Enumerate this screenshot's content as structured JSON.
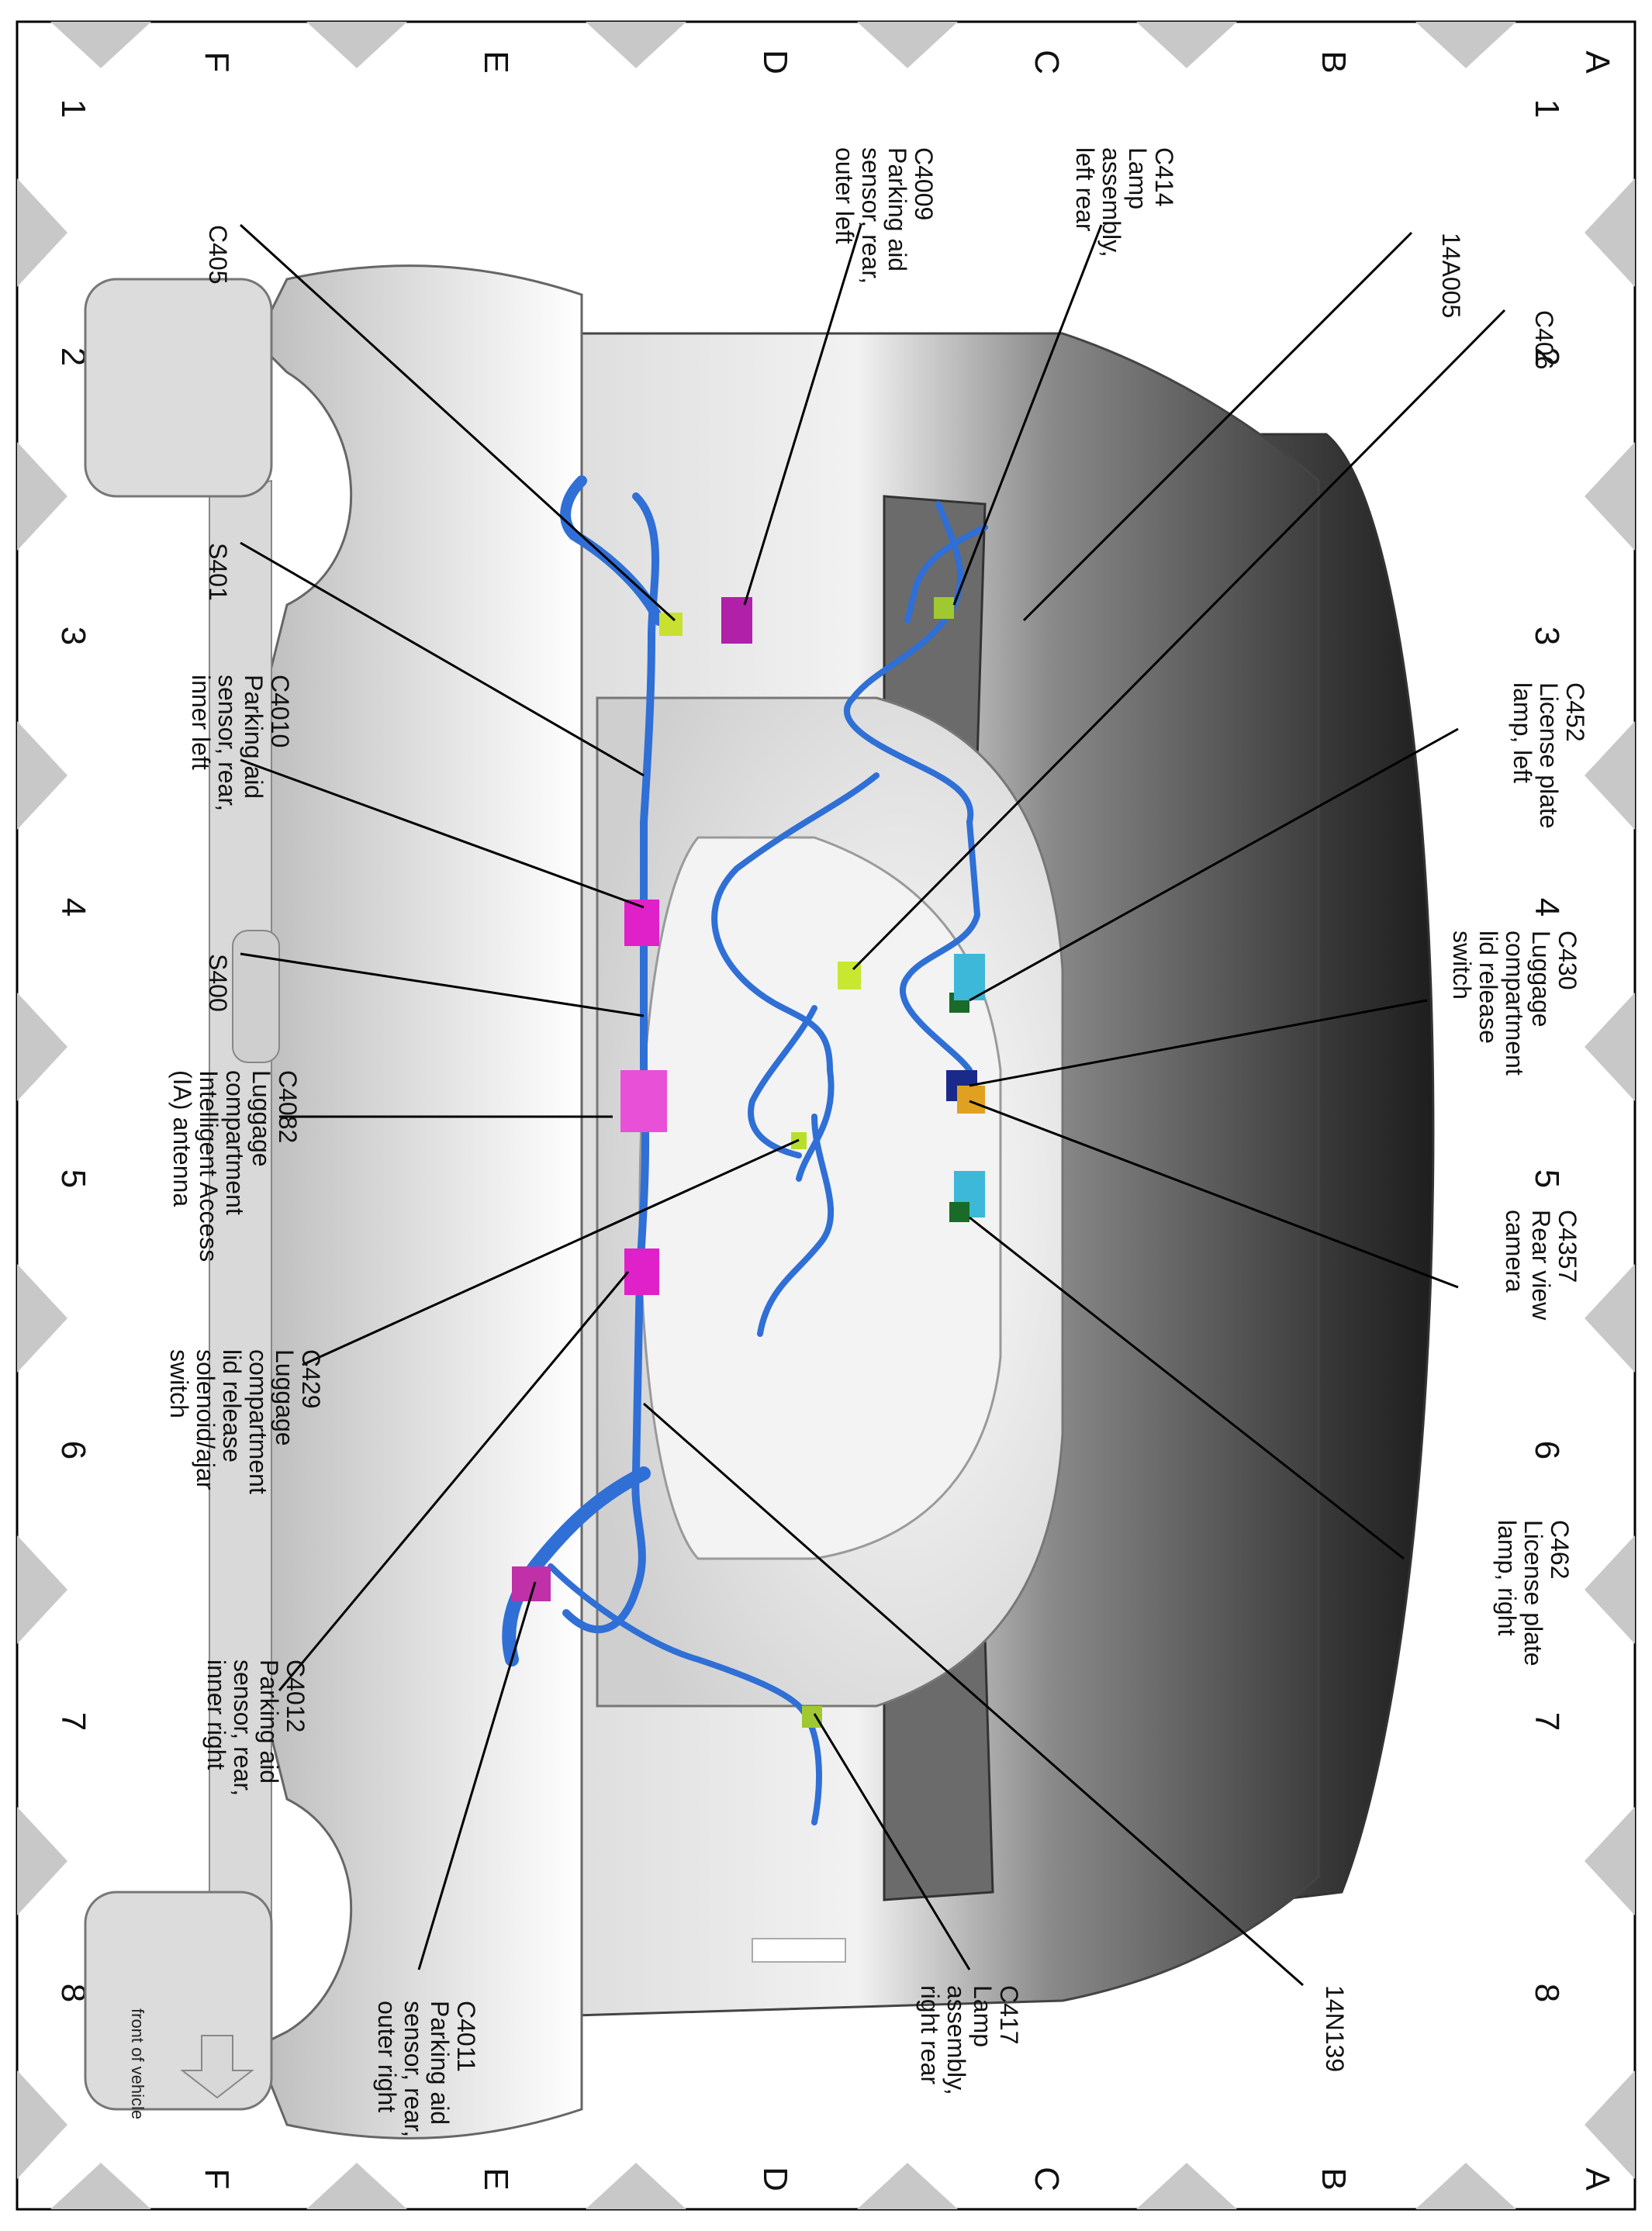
{
  "grid": {
    "columns": [
      "1",
      "2",
      "3",
      "4",
      "5",
      "6",
      "7",
      "8"
    ],
    "rows": [
      "A",
      "B",
      "C",
      "D",
      "E",
      "F"
    ]
  },
  "labels": [
    {
      "id": "c406",
      "lines": [
        "C406"
      ]
    },
    {
      "id": "14a005",
      "lines": [
        "14A005"
      ]
    },
    {
      "id": "c414",
      "lines": [
        "C414",
        "Lamp",
        "assembly,",
        "left rear"
      ]
    },
    {
      "id": "c4009",
      "lines": [
        "C4009",
        "Parking aid",
        "sensor, rear,",
        "outer left"
      ]
    },
    {
      "id": "c405",
      "lines": [
        "C405"
      ]
    },
    {
      "id": "s401",
      "lines": [
        "S401"
      ]
    },
    {
      "id": "c4010",
      "lines": [
        "C4010",
        "Parking aid",
        "sensor, rear,",
        "inner left"
      ]
    },
    {
      "id": "s400",
      "lines": [
        "S400"
      ]
    },
    {
      "id": "c4082",
      "lines": [
        "C4082",
        "Luggage",
        "compartment",
        "Intelligent Access",
        "(IA) antenna"
      ]
    },
    {
      "id": "c429",
      "lines": [
        "C429",
        "Luggage",
        "compartment",
        "lid release",
        "solenoid/ajar",
        "switch"
      ]
    },
    {
      "id": "c4012",
      "lines": [
        "C4012",
        "Parking aid",
        "sensor, rear,",
        "inner right"
      ]
    },
    {
      "id": "c4011",
      "lines": [
        "C4011",
        "Parking aid",
        "sensor, rear,",
        "outer right"
      ]
    },
    {
      "id": "c417",
      "lines": [
        "C417",
        "Lamp",
        "assembly,",
        "right rear"
      ]
    },
    {
      "id": "14n139",
      "lines": [
        "14N139"
      ]
    },
    {
      "id": "c462",
      "lines": [
        "C462",
        "License plate",
        "lamp, right"
      ]
    },
    {
      "id": "c4357",
      "lines": [
        "C4357",
        "Rear view",
        "camera"
      ]
    },
    {
      "id": "c430",
      "lines": [
        "C430",
        "Luggage",
        "compartment",
        "lid release",
        "switch"
      ]
    },
    {
      "id": "c452",
      "lines": [
        "C452",
        "License plate",
        "lamp, left"
      ]
    }
  ],
  "front_of_vehicle": "front of vehicle",
  "colors": {
    "harness": "#2f6fd6",
    "parking_sensor": "#e020c8",
    "connector_green": "#b8e02a",
    "body_light": "#e8e8e8",
    "body_dark": "#5a5a5a",
    "grid_marker": "#c8c8c8"
  }
}
